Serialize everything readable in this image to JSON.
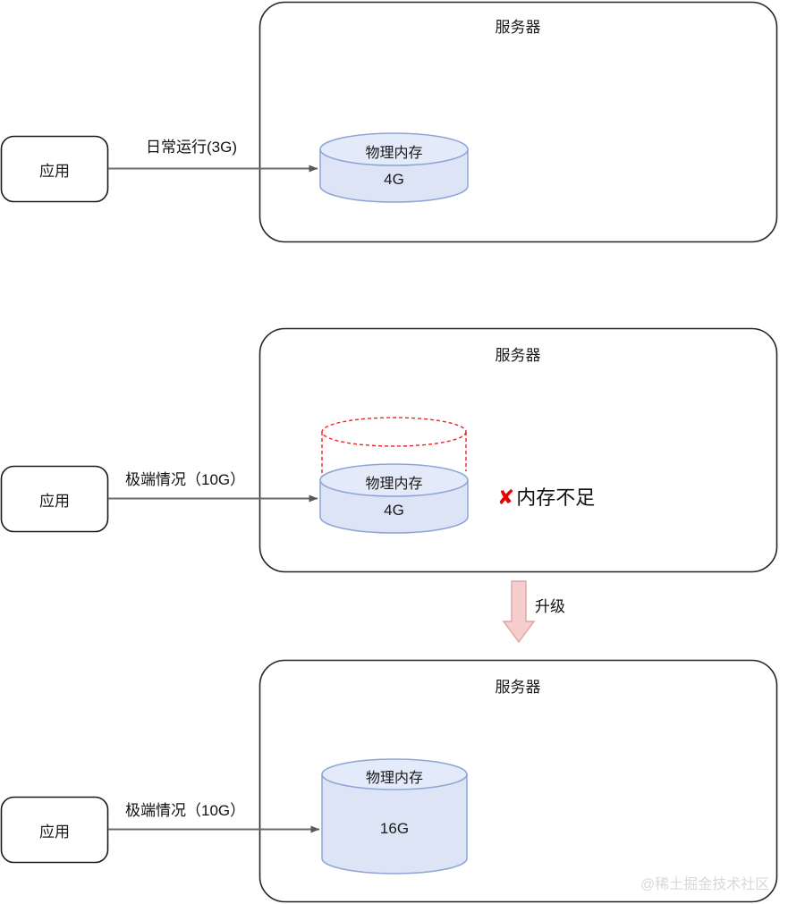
{
  "diagram": {
    "title_text": "服务器",
    "app_text": "应用",
    "memory_label": "物理内存",
    "watermark": "@稀土掘金技术社区",
    "colors": {
      "cylinder_fill": "#dce4f6",
      "cylinder_top_fill": "#e3eaf9",
      "cylinder_stroke": "#8da5d4",
      "box_stroke": "#262626",
      "arrow_stroke": "#6b6b6b",
      "overflow_stroke": "#ee2222",
      "upgrade_fill": "#f6cdcd",
      "upgrade_stroke": "#dfa3a3",
      "alert_mark": "#e60000",
      "watermark": "#d8d8d8"
    },
    "scenarios": [
      {
        "id": "normal",
        "app_label": "应用",
        "edge_label": "日常运行(3G)",
        "server_label": "服务器",
        "memory_label": "物理内存",
        "memory_size": "4G",
        "overflow": false,
        "alert": null
      },
      {
        "id": "overflow",
        "app_label": "应用",
        "edge_label": "极端情况（10G）",
        "server_label": "服务器",
        "memory_label": "物理内存",
        "memory_size": "4G",
        "overflow": true,
        "alert": {
          "mark": "✘",
          "text": "内存不足"
        }
      },
      {
        "id": "upgraded",
        "app_label": "应用",
        "edge_label": "极端情况（10G）",
        "server_label": "服务器",
        "memory_label": "物理内存",
        "memory_size": "16G",
        "overflow": false,
        "alert": null
      }
    ],
    "transition": {
      "label": "升级",
      "direction": "down"
    }
  }
}
